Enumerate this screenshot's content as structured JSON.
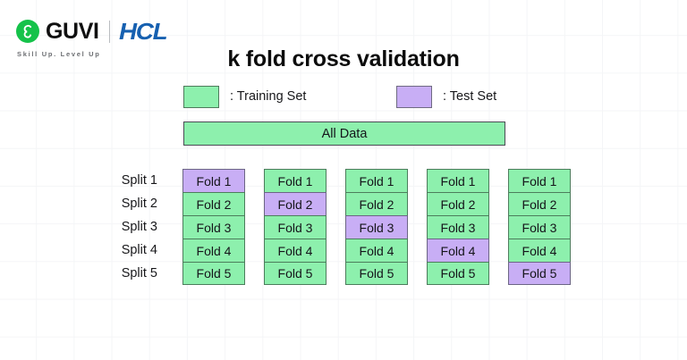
{
  "brand": {
    "logo_icon": "guvi-g-mark",
    "name": "GUVI",
    "partner": "HCL",
    "tagline": "Skill Up. Level Up",
    "colors": {
      "mark_green": "#15c24a",
      "partner_blue": "#1660b0",
      "tagline_gray": "#6d6f73"
    }
  },
  "title": "k fold cross validation",
  "legend": {
    "training": {
      "label": ": Training Set",
      "color": "#8df0ad"
    },
    "test": {
      "label": ": Test Set",
      "color": "#c8aef5"
    }
  },
  "all_data": {
    "label": "All Data",
    "color": "#8df0ad"
  },
  "chart_data": {
    "type": "table",
    "title": "k fold cross validation",
    "k": 5,
    "row_labels": [
      "Split 1",
      "Split 2",
      "Split 3",
      "Split 4",
      "Split 5"
    ],
    "fold_labels": [
      "Fold 1",
      "Fold 2",
      "Fold 3",
      "Fold 4",
      "Fold 5"
    ],
    "legend_entries": [
      ": Training Set",
      ": Test Set"
    ],
    "colors": {
      "training": "#8df0ad",
      "test": "#c8aef5"
    },
    "columns": [
      {
        "split": "Split 1",
        "test_fold_index": 0,
        "cells": [
          {
            "label": "Fold 1",
            "role": "test"
          },
          {
            "label": "Fold 2",
            "role": "training"
          },
          {
            "label": "Fold 3",
            "role": "training"
          },
          {
            "label": "Fold 4",
            "role": "training"
          },
          {
            "label": "Fold 5",
            "role": "training"
          }
        ]
      },
      {
        "split": "Split 2",
        "test_fold_index": 1,
        "cells": [
          {
            "label": "Fold 1",
            "role": "training"
          },
          {
            "label": "Fold 2",
            "role": "test"
          },
          {
            "label": "Fold 3",
            "role": "training"
          },
          {
            "label": "Fold 4",
            "role": "training"
          },
          {
            "label": "Fold 5",
            "role": "training"
          }
        ]
      },
      {
        "split": "Split 3",
        "test_fold_index": 2,
        "cells": [
          {
            "label": "Fold 1",
            "role": "training"
          },
          {
            "label": "Fold 2",
            "role": "training"
          },
          {
            "label": "Fold 3",
            "role": "test"
          },
          {
            "label": "Fold 4",
            "role": "training"
          },
          {
            "label": "Fold 5",
            "role": "training"
          }
        ]
      },
      {
        "split": "Split 4",
        "test_fold_index": 3,
        "cells": [
          {
            "label": "Fold 1",
            "role": "training"
          },
          {
            "label": "Fold 2",
            "role": "training"
          },
          {
            "label": "Fold 3",
            "role": "training"
          },
          {
            "label": "Fold 4",
            "role": "test"
          },
          {
            "label": "Fold 5",
            "role": "training"
          }
        ]
      },
      {
        "split": "Split 5",
        "test_fold_index": 4,
        "cells": [
          {
            "label": "Fold 1",
            "role": "training"
          },
          {
            "label": "Fold 2",
            "role": "training"
          },
          {
            "label": "Fold 3",
            "role": "training"
          },
          {
            "label": "Fold 4",
            "role": "training"
          },
          {
            "label": "Fold 5",
            "role": "test"
          }
        ]
      }
    ]
  }
}
